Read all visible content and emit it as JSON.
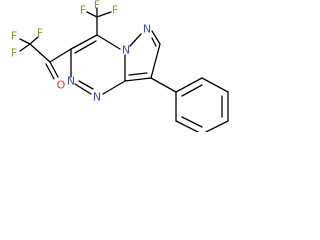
{
  "molecule": {
    "colors": {
      "bond": "#000000",
      "fluorine": "#8a9a1c",
      "oxygen": "#e53935",
      "nitrogen": "#2f4fd6",
      "background": "#ffffff"
    },
    "atoms": {
      "f_top_left_1": "F",
      "f_top_left_2": "F",
      "f_left": "F",
      "f_top_1": "F",
      "f_top_2": "F",
      "f_top_3": "F",
      "o_carbonyl": "O",
      "n_ring_top": "N",
      "n_pyrazole": "N",
      "n_bottom_1": "N",
      "n_bottom_2": "N"
    }
  }
}
